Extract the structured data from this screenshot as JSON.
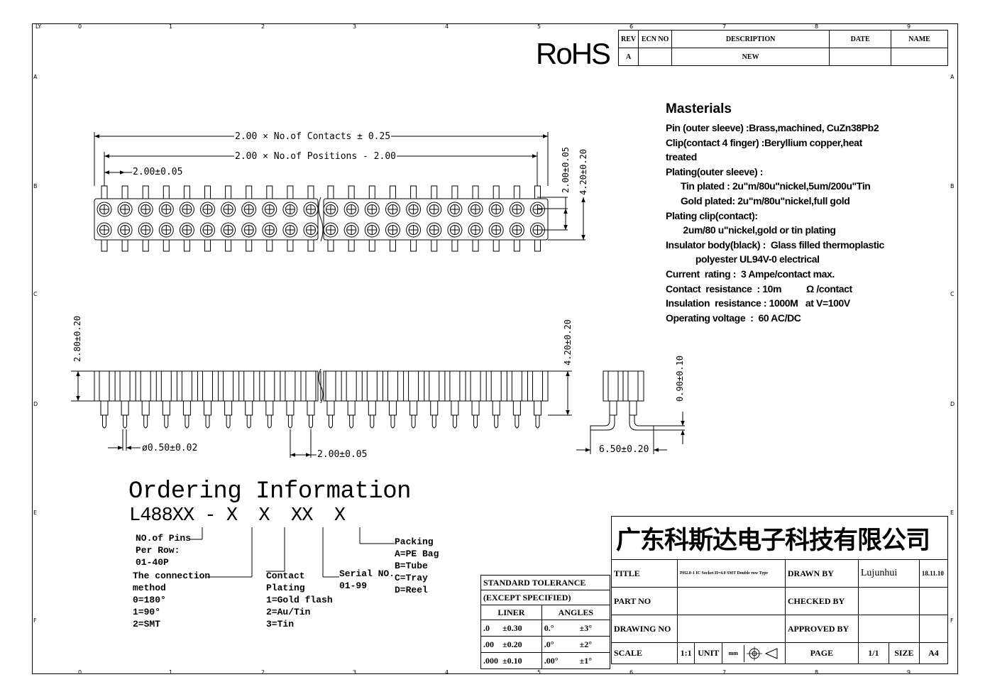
{
  "grid": {
    "corner": "LY",
    "columns": [
      "0",
      "1",
      "2",
      "3",
      "4",
      "5",
      "6",
      "7",
      "8",
      "9"
    ],
    "rows": [
      "A",
      "B",
      "C",
      "D",
      "E",
      "F"
    ]
  },
  "rohs": "RoHS",
  "revision_table": {
    "headers": [
      "REV",
      "ECN NO",
      "DESCRIPTION",
      "DATE",
      "NAME"
    ],
    "row": [
      "A",
      "",
      "NEW",
      "",
      ""
    ]
  },
  "materials": {
    "title": "Masterials",
    "lines": [
      "Pin (outer sleeve) :Brass,machined, CuZn38Pb2",
      "Clip(contact 4 finger) :Beryllium copper,heat",
      "treated",
      "Plating(outer sleeve) :",
      "      Tin plated : 2u\"m/80u\"nickel,5um/200u\"Tin",
      "      Gold plated: 2u\"m/80u\"nickel,full gold",
      "Plating clip(contact):",
      "       2um/80 u\"nickel,gold or tin plating",
      "Insulator body(black) :  Glass filled thermoplastic",
      "            polyester UL94V-0 electrical",
      "Current  rating :  3 Ampe/contact max.",
      "Contact  resistance  : 10m          Ω /contact",
      "Insulation  resistance : 1000M   at V=100V",
      "Operating voltage  :  60 AC/DC"
    ]
  },
  "dimensions": {
    "overall": "2.00 × No.of Contacts ± 0.25",
    "positions": "2.00 × No.of Positions - 2.00",
    "pitch_top": "2.00±0.05",
    "row_pitch": "2.00±0.05",
    "height_top": "4.20±0.20",
    "body_height": "2.80±0.20",
    "side_height": "4.20±0.20",
    "pin_dia": "ø0.50±0.02",
    "pitch_bottom": "2.00±0.05",
    "smt_offset": "0.90±0.10",
    "smt_width": "6.50±0.20"
  },
  "ordering": {
    "title": "Ordering Information",
    "code": "L488XX - X  X  XX  X",
    "pins": [
      "NO.of Pins",
      "Per Row:",
      "01-40P"
    ],
    "connection": [
      "The connection",
      "method",
      "0=180°",
      "1=90°",
      "2=SMT"
    ],
    "plating": [
      "Contact",
      "Plating",
      "1=Gold flash",
      "2=Au/Tin",
      "3=Tin"
    ],
    "serial": [
      "Serial NO.",
      "01-99"
    ],
    "packing": [
      "Packing",
      "A=PE Bag",
      "B=Tube",
      "C=Tray",
      "D=Reel"
    ]
  },
  "tolerance": {
    "header1": "STANDARD TOLERANCE",
    "header2": "(EXCEPT  SPECIFIED)",
    "col1": "LINER",
    "col2": "ANGLES",
    "rows": [
      [
        ".0",
        "±0.30",
        "0.°",
        "±3°"
      ],
      [
        ".00",
        "±0.20",
        ".0°",
        "±2°"
      ],
      [
        ".000",
        "±0.10",
        ".00°",
        "±1°"
      ]
    ]
  },
  "title_block": {
    "company": "广东科斯达电子科技有限公司",
    "title_label": "TITLE",
    "title_value": "PH2.0-1 IC Socket H=4.0 SMT Double row Type",
    "drawn_label": "DRAWN BY",
    "drawn_name": "Lujunhui",
    "drawn_date": "18.11.10",
    "part_label": "PART NO",
    "checked_label": "CHECKED BY",
    "drawing_label": "DRAWING NO",
    "approved_label": "APPROVED BY",
    "scale_label": "SCALE",
    "scale_value": "1:1",
    "unit_label": "UNIT",
    "unit_value": "mm",
    "page_label": "PAGE",
    "page_value": "1/1",
    "size_label": "SIZE",
    "size_value": "A4"
  }
}
